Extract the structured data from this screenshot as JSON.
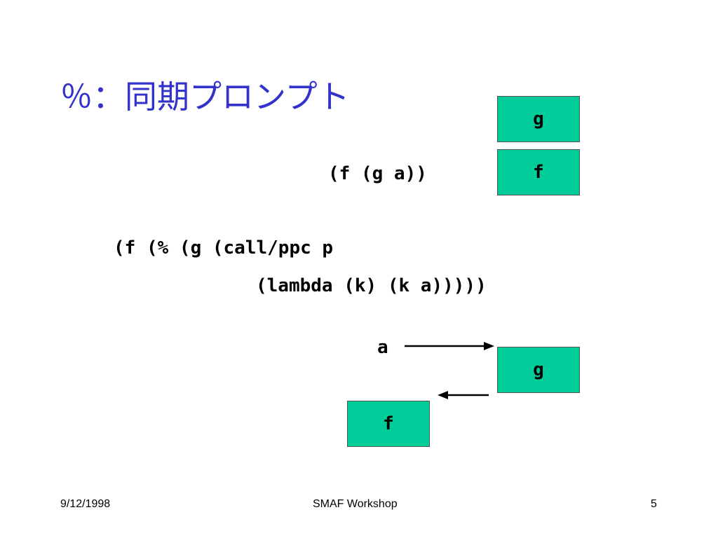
{
  "slide": {
    "title": "％：同期プロンプト",
    "stack_top": {
      "expression": "(f (g a))",
      "frame_upper": "g",
      "frame_lower": "f"
    },
    "code": {
      "line1": "(f (% (g (call/ppc p",
      "line2": "(lambda (k) (k a)))))"
    },
    "diagram": {
      "arg_label": "a",
      "frame_g": "g",
      "frame_f": "f"
    },
    "footer": {
      "date": "9/12/1998",
      "event": "SMAF Workshop",
      "page_number": "5"
    }
  },
  "colors": {
    "title": "#3333cc",
    "frame_fill": "#00cc99",
    "frame_border": "#555555",
    "text": "#000000",
    "background": "#ffffff"
  }
}
